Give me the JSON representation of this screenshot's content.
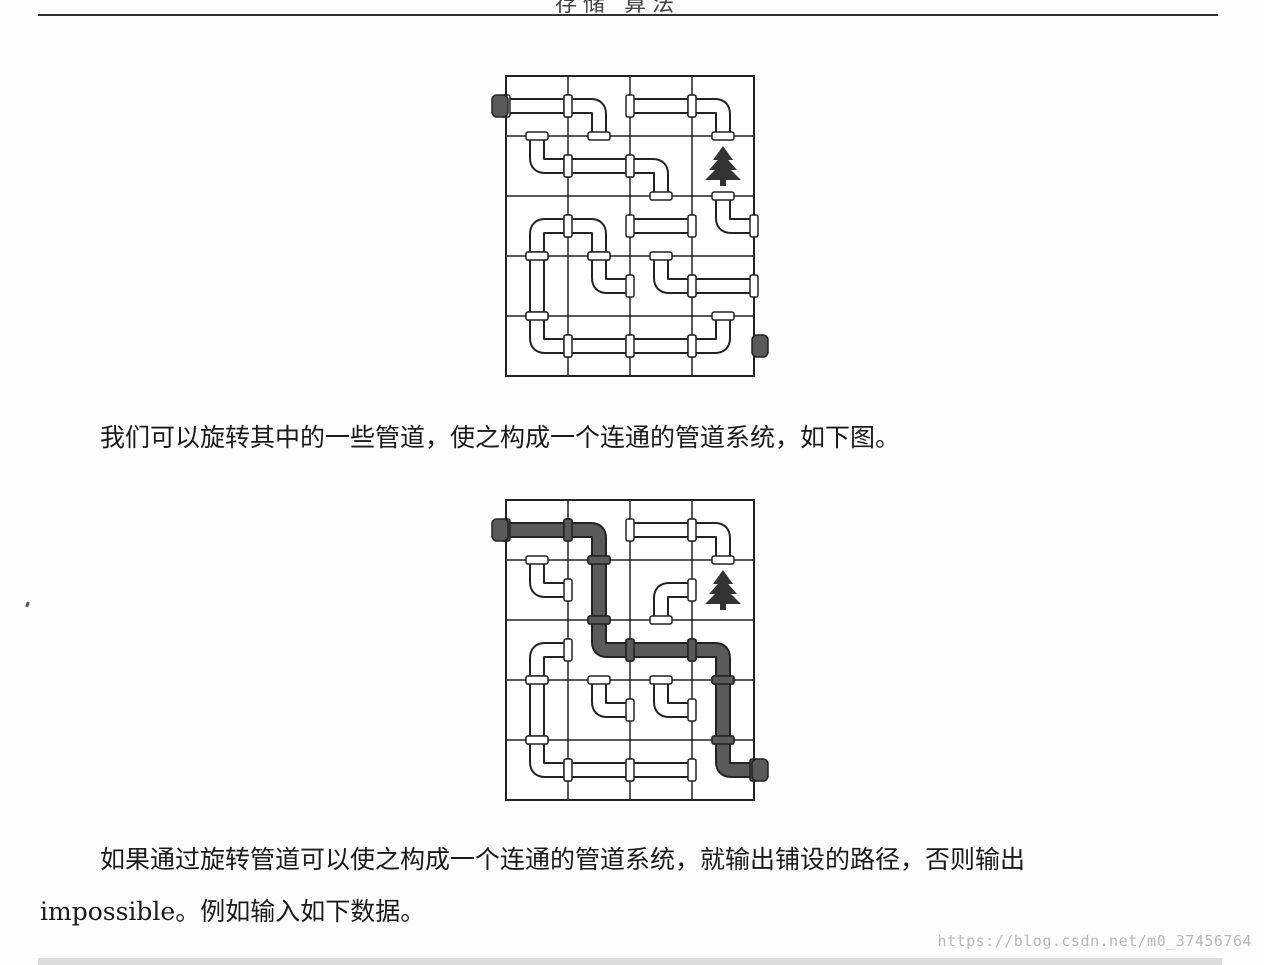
{
  "document": {
    "header_fragment": "存储 算法",
    "paragraph_1": "我们可以旋转其中的一些管道，使之构成一个连通的管道系统，如下图。",
    "paragraph_2": "如果通过旋转管道可以使之构成一个连通的管道系统，就输出铺设的路径，否则输出",
    "paragraph_3": "impossible。例如输入如下数据。",
    "watermark": "https://blog.csdn.net/m0_37456764"
  },
  "figures": {
    "grid_rows": 5,
    "grid_cols": 4,
    "tree_cell": [
      1,
      3
    ],
    "pipe_outline_color": "#222222",
    "pipe_fill_color": "#ffffff",
    "path_fill_color": "#5a5a5a",
    "tree_color": "#333333",
    "figure_1": {
      "tiles": [
        [
          "h",
          "ws",
          "h",
          "ws"
        ],
        [
          "ne",
          "h",
          "ws",
          "tree"
        ],
        [
          "es",
          "ws",
          "h",
          "ne"
        ],
        [
          "v",
          "ne",
          "ne",
          "h"
        ],
        [
          "ne",
          "h",
          "h",
          "nw"
        ]
      ]
    },
    "figure_2": {
      "tiles": [
        [
          "h",
          "ws",
          "h",
          "ws"
        ],
        [
          "ne",
          "v",
          "es",
          "tree"
        ],
        [
          "es",
          "ne",
          "h",
          "ws"
        ],
        [
          "v",
          "ne",
          "ne",
          "v"
        ],
        [
          "ne",
          "h",
          "h",
          "ne"
        ]
      ],
      "path_cells": [
        [
          0,
          0
        ],
        [
          0,
          1
        ],
        [
          1,
          1
        ],
        [
          2,
          1
        ],
        [
          2,
          2
        ],
        [
          2,
          3
        ],
        [
          3,
          3
        ],
        [
          4,
          3
        ]
      ]
    }
  }
}
